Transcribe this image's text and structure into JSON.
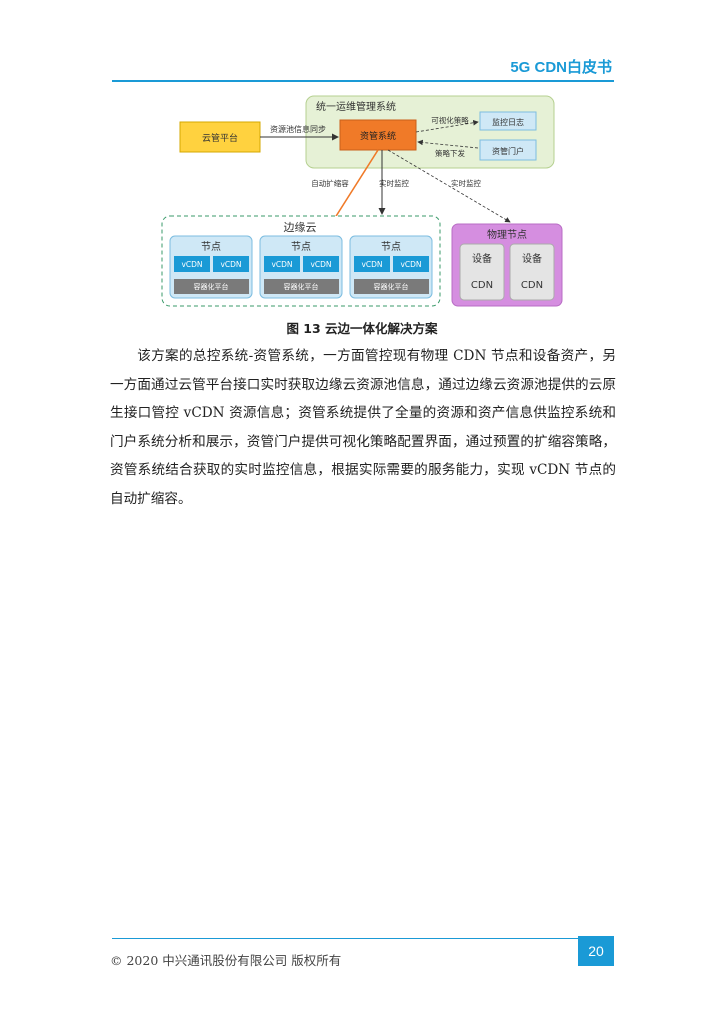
{
  "header": {
    "title": "5G CDN白皮书"
  },
  "figure": {
    "cloud_platform": "云管平台",
    "resource_sync": "资源池信息同步",
    "ops_system": "统一运维管理系统",
    "asset_mgmt": "资管系统",
    "visual_policy": "可视化策略",
    "monitor_log": "监控日志",
    "policy_issue": "策略下发",
    "asset_portal": "资管门户",
    "auto_scale": "自动扩缩容",
    "realtime_monitor_1": "实时监控",
    "realtime_monitor_2": "实时监控",
    "edge_cloud": "边缘云",
    "node_label": "节点",
    "vcdn": "vCDN",
    "container_platform": "容器化平台",
    "physical_node": "物理节点",
    "device": "设备",
    "cdn": "CDN"
  },
  "caption": "图 13   云边一体化解决方案",
  "paragraph": "该方案的总控系统-资管系统，一方面管控现有物理 CDN 节点和设备资产，另一方面通过云管平台接口实时获取边缘云资源池信息，通过边缘云资源池提供的云原生接口管控 vCDN 资源信息；资管系统提供了全量的资源和资产信息供监控系统和门户系统分析和展示，资管门户提供可视化策略配置界面，通过预置的扩缩容策略，资管系统结合获取的实时监控信息，根据实际需要的服务能力，实现 vCDN 节点的自动扩缩容。",
  "footer": {
    "copyright": "© 2020  中兴通讯股份有限公司  版权所有",
    "page": "20"
  },
  "colors": {
    "accent": "#1a9ad6",
    "orange": "#f07a28",
    "yellow": "#ffd23f",
    "green_bg": "#e6f1d6",
    "purple": "#d58ee0"
  }
}
